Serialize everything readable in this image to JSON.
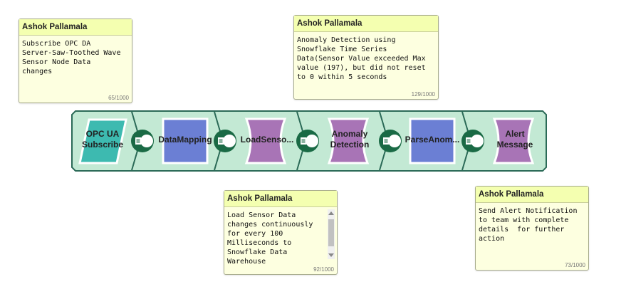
{
  "notes": [
    {
      "author": "Ashok Pallamala",
      "text": "Subscribe OPC DA\nServer-Saw-Toothed Wave\nSensor Node Data\nchanges",
      "count": "65/1000"
    },
    {
      "author": "Ashok Pallamala",
      "text": "Anomaly Detection using\nSnowflake Time Series\nData(Sensor Value exceeded Max\nvalue (197), but did not reset\nto 0 within 5 seconds",
      "count": "129/1000"
    },
    {
      "author": "Ashok Pallamala",
      "text": "Load Sensor Data\nchanges continuously\nfor every 100\nMilliseconds to\nSnowflake Data\nWarehouse",
      "count": "92/1000"
    },
    {
      "author": "Ashok Pallamala",
      "text": "Send Alert Notification\nto team with complete\ndetails  for further\naction",
      "count": "73/1000"
    }
  ],
  "snaps": [
    {
      "label": "OPC UA Subscribe",
      "shape": "parallelogram",
      "color": "#3dbab0"
    },
    {
      "label": "DataMapping",
      "shape": "square",
      "color": "#6b7fd4"
    },
    {
      "label": "LoadSenso...",
      "shape": "curved",
      "color": "#a874b6"
    },
    {
      "label": "Anomaly Detection",
      "shape": "curved",
      "color": "#a874b6"
    },
    {
      "label": "ParseAnom...",
      "shape": "square",
      "color": "#6b7fd4"
    },
    {
      "label": "Alert Message",
      "shape": "curved",
      "color": "#a874b6"
    }
  ],
  "colors": {
    "pipeline_bg": "#c3e9d4",
    "pipeline_border": "#2b6a57",
    "connector": "#1a6a45"
  },
  "icons": [
    "note-icon"
  ]
}
